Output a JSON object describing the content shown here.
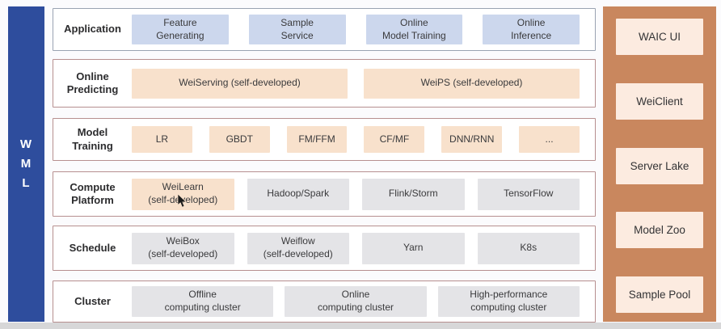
{
  "colors": {
    "bg": "#fbfbfd",
    "bar_blue": "#2e4d9d",
    "box_blue": "#ccd7ed",
    "box_peach": "#f8e1cc",
    "box_gray": "#e4e4e7",
    "border_gray": "#9aa3b2",
    "border_rose": "#b78f8f",
    "sidebar_orange": "#c9875e",
    "sidebar_box": "#fcebe0",
    "text_dark": "#333335",
    "bottom_strip": "#d7d7d8"
  },
  "wml_bar": {
    "label": "W\nM\nL"
  },
  "rows": [
    {
      "label": "Application",
      "boxes": [
        {
          "text": "Feature\nGenerating"
        },
        {
          "text": "Sample\nService"
        },
        {
          "text": "Online\nModel Training"
        },
        {
          "text": "Online\nInference"
        }
      ]
    },
    {
      "label": "Online\nPredicting",
      "boxes": [
        {
          "text": "WeiServing (self-developed)"
        },
        {
          "text": "WeiPS (self-developed)"
        }
      ]
    },
    {
      "label": "Model\nTraining",
      "boxes": [
        {
          "text": "LR"
        },
        {
          "text": "GBDT"
        },
        {
          "text": "FM/FFM"
        },
        {
          "text": "CF/MF"
        },
        {
          "text": "DNN/RNN"
        },
        {
          "text": "..."
        }
      ]
    },
    {
      "label": "Compute\nPlatform",
      "boxes": [
        {
          "text": "WeiLearn\n(self-developed)"
        },
        {
          "text": "Hadoop/Spark"
        },
        {
          "text": "Flink/Storm"
        },
        {
          "text": "TensorFlow"
        }
      ]
    },
    {
      "label": "Schedule",
      "boxes": [
        {
          "text": "WeiBox\n(self-developed)"
        },
        {
          "text": "Weiflow\n(self-developed)"
        },
        {
          "text": "Yarn"
        },
        {
          "text": "K8s"
        }
      ]
    },
    {
      "label": "Cluster",
      "boxes": [
        {
          "text": "Offline\ncomputing cluster"
        },
        {
          "text": "Online\ncomputing cluster"
        },
        {
          "text": "High-performance\ncomputing cluster"
        }
      ]
    }
  ],
  "sidebar": {
    "items": [
      {
        "label": "WAIC UI"
      },
      {
        "label": "WeiClient"
      },
      {
        "label": "Server Lake"
      },
      {
        "label": "Model Zoo"
      },
      {
        "label": "Sample Pool"
      }
    ]
  }
}
